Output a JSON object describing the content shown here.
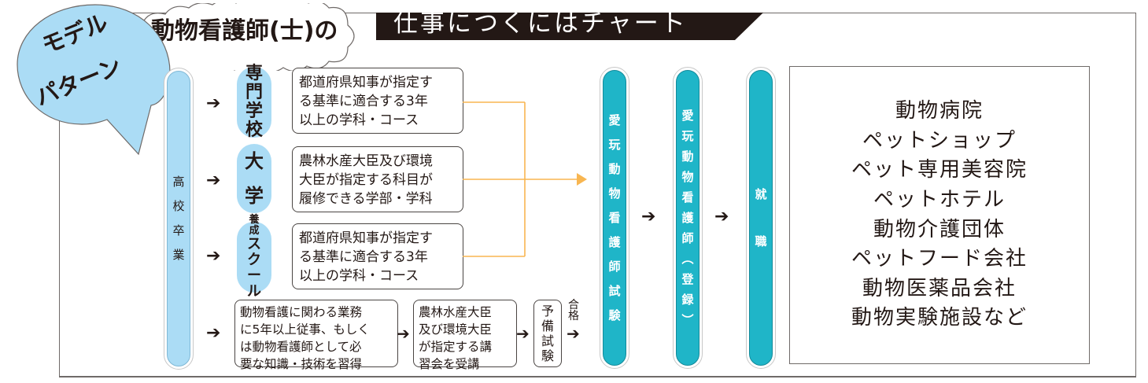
{
  "badge": {
    "line1": "モデル",
    "line2": "パターン"
  },
  "title": {
    "part1": "動物看護師(士)の",
    "part2": "仕事につくにはチャート"
  },
  "start": {
    "label": [
      "高",
      "校",
      "卒",
      "業"
    ]
  },
  "schools": [
    {
      "label": [
        "専",
        "門",
        "学",
        "校"
      ],
      "desc": "都道府県知事が指定す\nる基準に適合する3年\n以上の学科・コース"
    },
    {
      "label": [
        "大",
        "学"
      ],
      "desc": "農林水産大臣及び環境\n大臣が指定する科目が\n履修できる学部・学科"
    },
    {
      "label": [
        "養",
        "成",
        "ス",
        "ク",
        "ー",
        "ル"
      ],
      "desc": "都道府県知事が指定す\nる基準に適合する3年\n以上の学科・コース"
    }
  ],
  "alt_route": {
    "experience": "動物看護に関わる業務\nに5年以上従事、もしく\nは動物看護師として必\n要な知識・技術を習得",
    "course": "農林水産大臣\n及び環境大臣\nが指定する講\n習会を受講",
    "prelim_exam": [
      "予",
      "備",
      "試",
      "験"
    ],
    "pass_label": [
      "合",
      "格"
    ]
  },
  "steps": [
    {
      "label": [
        "愛",
        "玩",
        "動",
        "物",
        "看",
        "護",
        "師",
        "試",
        "験"
      ]
    },
    {
      "label": [
        "愛",
        "玩",
        "動",
        "物",
        "看",
        "護",
        "師",
        "︵",
        "登",
        "録",
        "︶"
      ]
    },
    {
      "label": [
        "就",
        "職"
      ]
    }
  ],
  "jobs": [
    "動物病院",
    "ペットショップ",
    "ペット専用美容院",
    "ペットホテル",
    "動物介護団体",
    "ペットフード会社",
    "動物医薬品会社",
    "動物実験施設など"
  ],
  "colors": {
    "light_blue": "#abdcf5",
    "teal": "#1fb5c8",
    "orange_connector": "#f8b651",
    "title_band": "#231815"
  },
  "arrow_glyph": "➔"
}
